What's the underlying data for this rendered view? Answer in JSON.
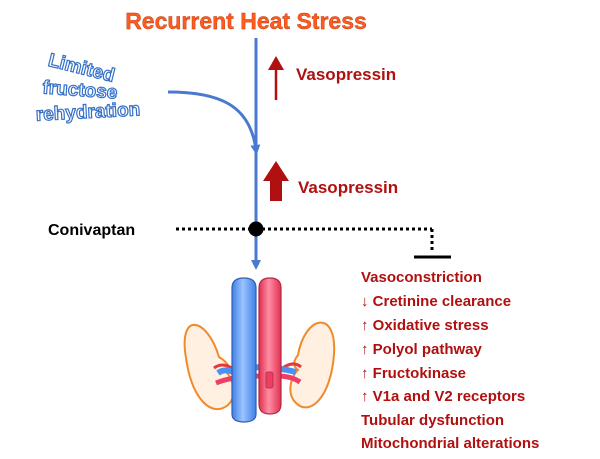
{
  "title": "Recurrent Heat Stress",
  "side_input": {
    "lines": [
      "Limited",
      "fructose",
      "rehydration"
    ]
  },
  "hormone_small": {
    "arrow": "↑",
    "label": "Vasopressin"
  },
  "hormone_large": {
    "arrow": "↑",
    "label": "Vasopressin"
  },
  "antagonist": "Conivaptan",
  "effects": [
    "Vasoconstriction",
    "↓ Cretinine clearance",
    "↑ Oxidative stress",
    "↑ Polyol pathway",
    "↑ Fructokinase",
    "↑ V1a and V2 receptors",
    "Tubular dysfunction",
    "Mitochondrial alterations"
  ],
  "colors": {
    "title": "#ff5a1f",
    "accent_red": "#b01010",
    "flow_blue": "#4a7ad0",
    "side_text": "#3570c8",
    "vein_blue": "#4f8ff2",
    "artery_red": "#ee3f62",
    "kidney_fill": "#fff0e2",
    "kidney_outline": "#f08a2a"
  }
}
